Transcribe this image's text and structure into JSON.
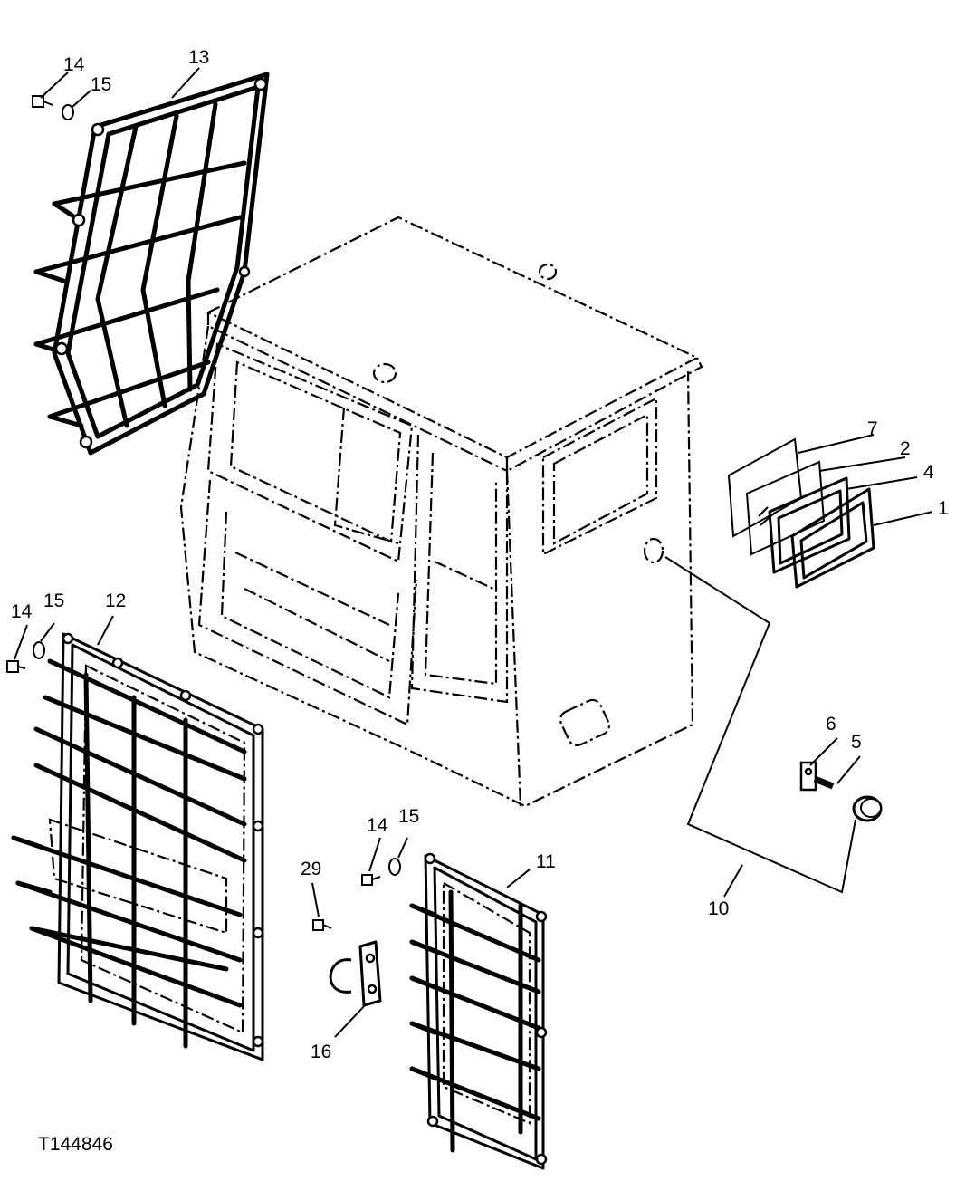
{
  "figure_id": "T144846",
  "callouts": [
    "1",
    "2",
    "4",
    "5",
    "6",
    "7",
    "10",
    "11",
    "12",
    "13",
    "14",
    "15",
    "16",
    "29"
  ]
}
